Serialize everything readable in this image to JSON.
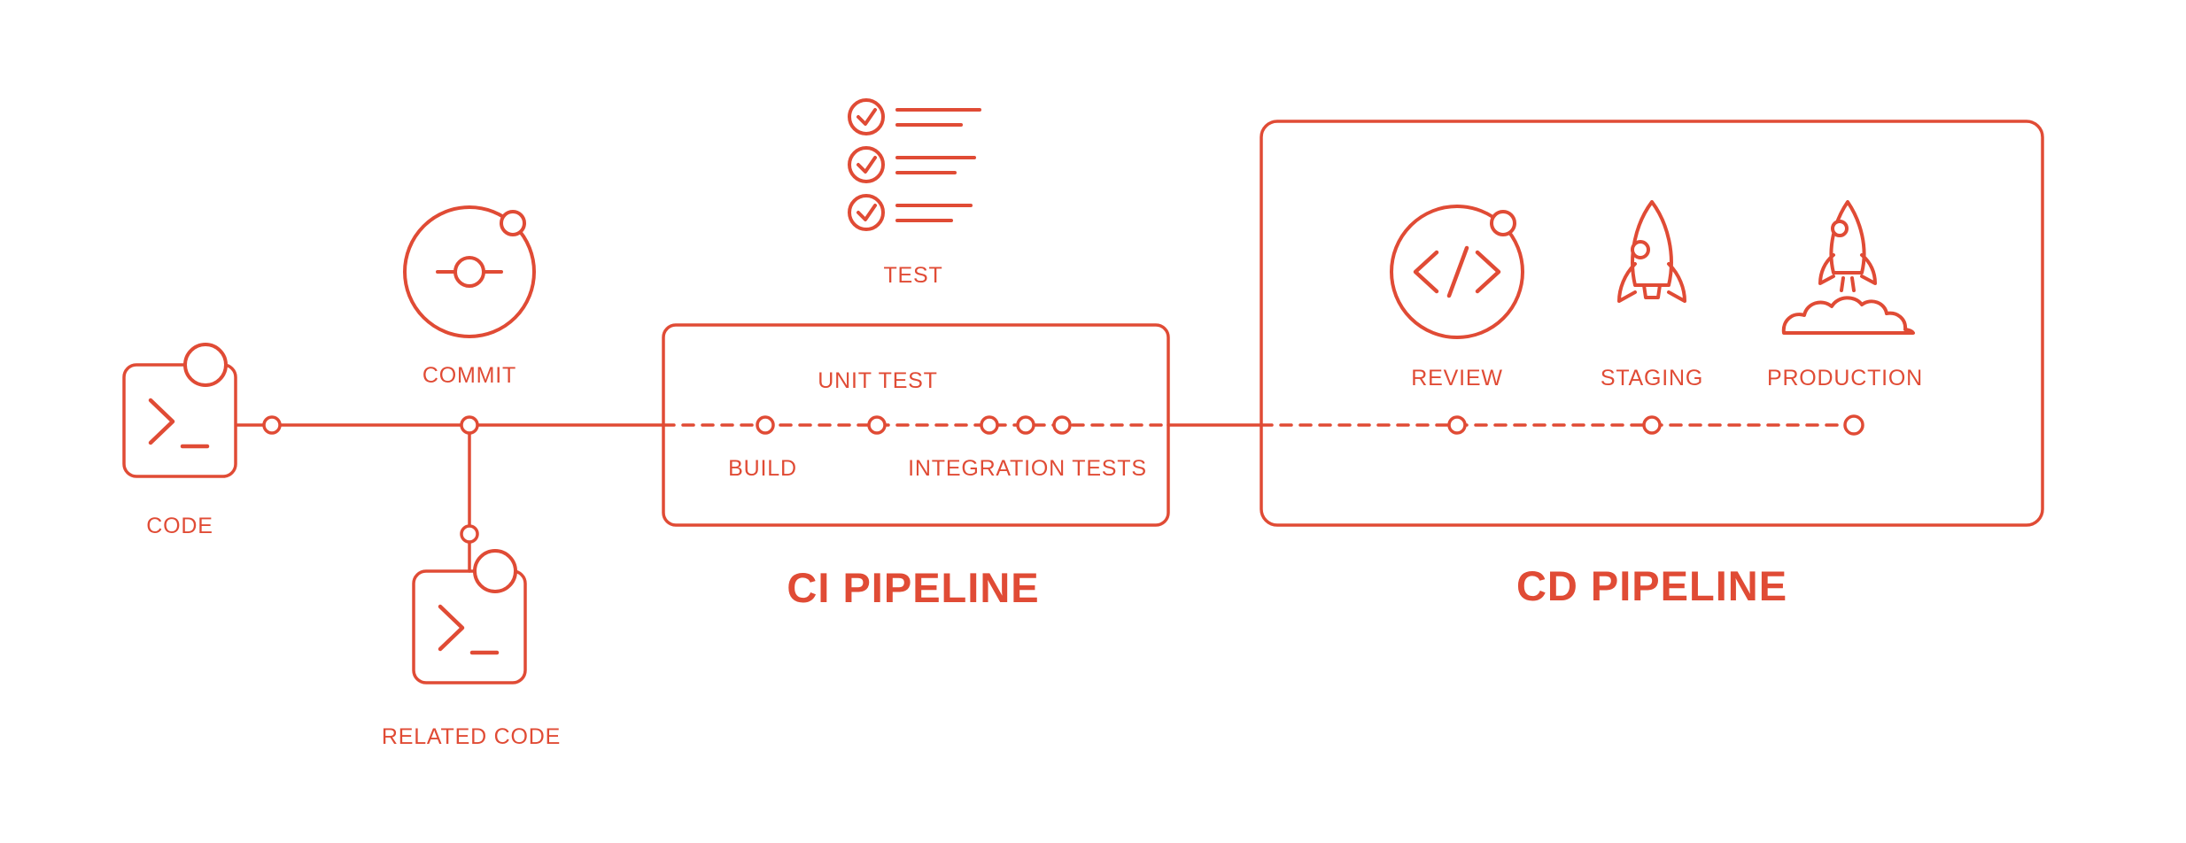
{
  "diagram": {
    "accent_color": "#E04B35",
    "background_color": "#FFFFFF",
    "nodes": {
      "code": {
        "label": "CODE"
      },
      "commit": {
        "label": "COMMIT"
      },
      "related_code": {
        "label": "RELATED CODE"
      },
      "test": {
        "label": "TEST"
      },
      "build": {
        "label": "BUILD"
      },
      "unit_test": {
        "label": "UNIT TEST"
      },
      "integration_tests": {
        "label": "INTEGRATION TESTS"
      },
      "review": {
        "label": "REVIEW"
      },
      "staging": {
        "label": "STAGING"
      },
      "production": {
        "label": "PRODUCTION"
      }
    },
    "sections": {
      "ci": {
        "title": "CI PIPELINE"
      },
      "cd": {
        "title": "CD PIPELINE"
      }
    },
    "icons": [
      "code-icon",
      "commit-icon",
      "related-code-icon",
      "test-checklist-icon",
      "review-icon",
      "staging-rocket-icon",
      "production-launch-icon"
    ]
  }
}
